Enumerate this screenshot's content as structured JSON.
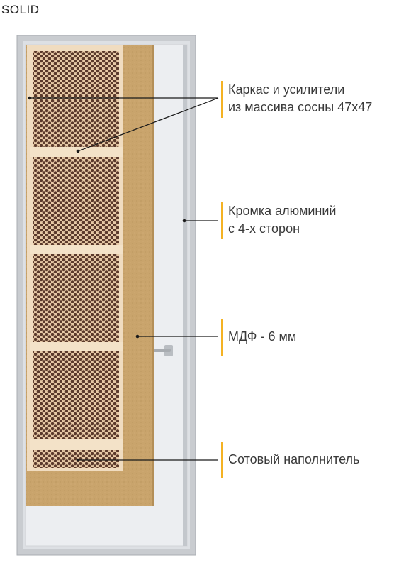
{
  "title": "SOLID",
  "colors": {
    "accent": "#f4b223",
    "frame": "#c9ccd0",
    "panel": "#e9ebee",
    "mdf": "#c9a46c",
    "wood": "#f0dcc0",
    "honeycomb": "#5b3a2c"
  },
  "callouts": [
    {
      "name": "frame-and-reinforcements",
      "line1": "Каркас и усилители",
      "line2": "из массива сосны 47х47"
    },
    {
      "name": "aluminium-edge",
      "line1": "Кромка алюминий",
      "line2": "с 4-х сторон"
    },
    {
      "name": "mdf",
      "line1": "МДФ - 6 мм",
      "line2": ""
    },
    {
      "name": "honeycomb-filler",
      "line1": "Сотовый наполнитель",
      "line2": ""
    }
  ]
}
